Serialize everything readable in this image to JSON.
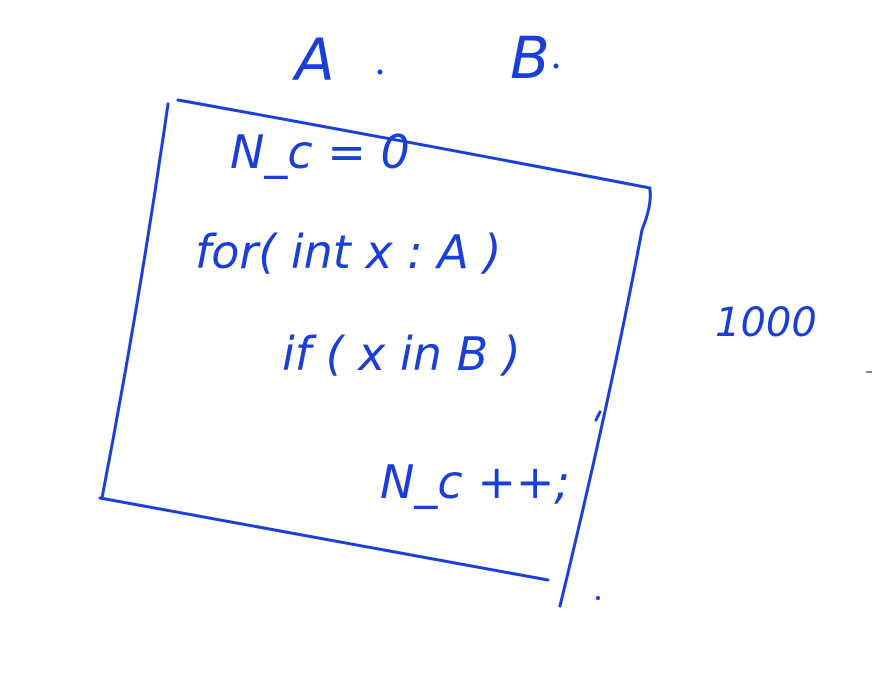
{
  "board": {
    "ink_color": "#1a3fd6",
    "background": "#ffffff"
  },
  "labels": {
    "set_a": "A",
    "set_b": "B"
  },
  "code": {
    "line1": "N_c = 0",
    "line2": "for( int x : A )",
    "line3": "if ( x in B )",
    "line4": "N_c ++;"
  },
  "side_note": "1000"
}
